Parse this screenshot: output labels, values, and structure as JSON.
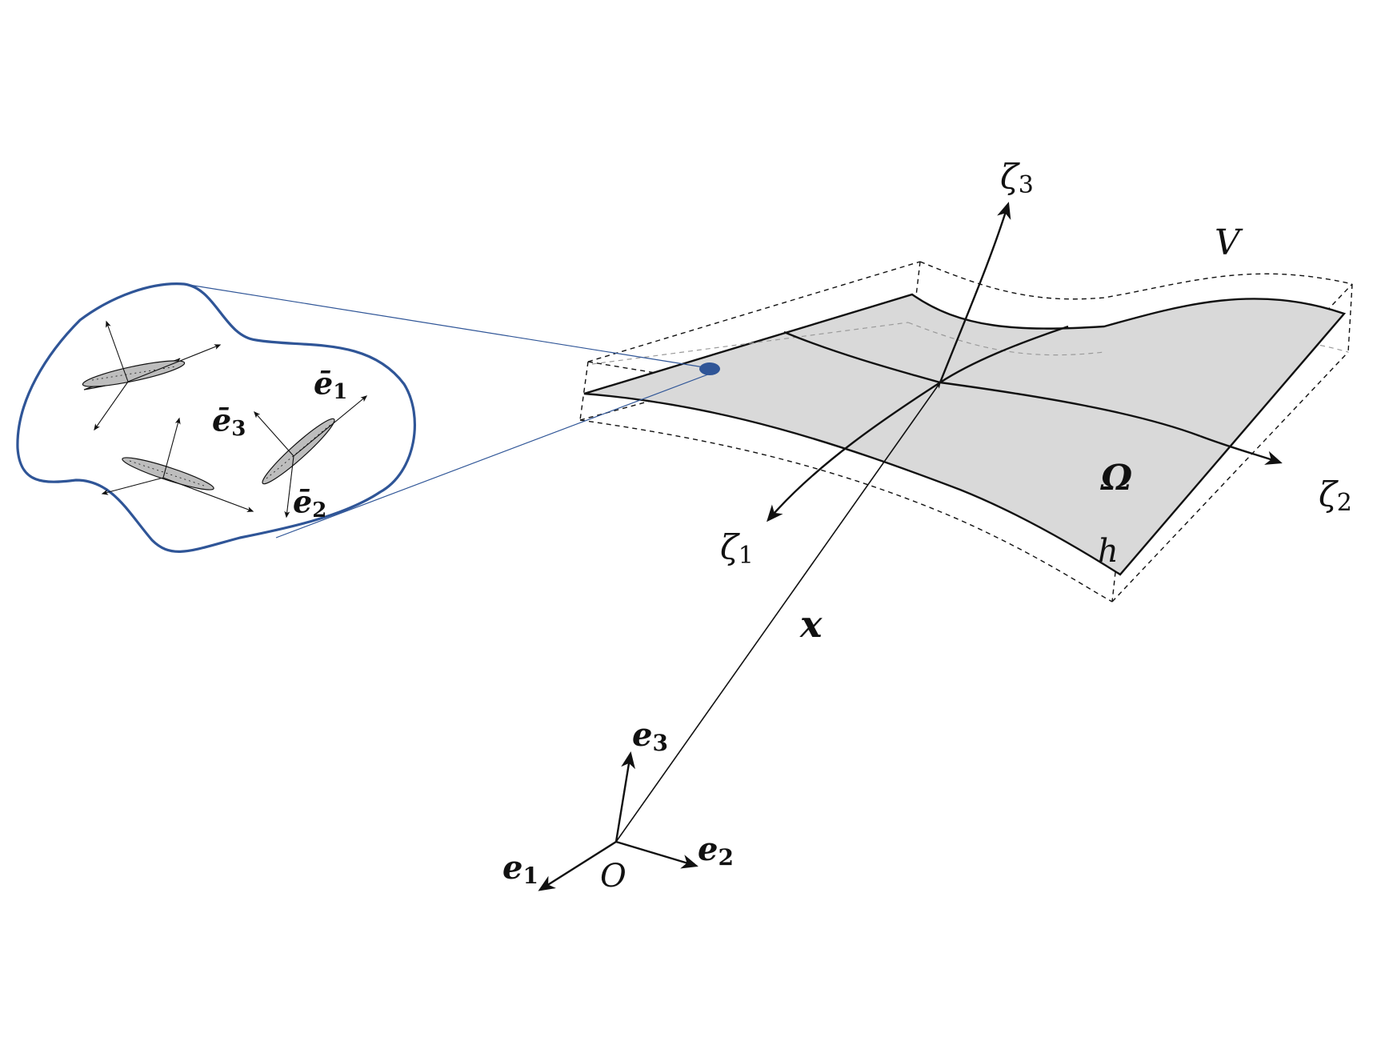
{
  "diagram": {
    "labels": {
      "zeta3_main": "ζ",
      "zeta3_sub": "3",
      "zeta2_main": "ζ",
      "zeta2_sub": "2",
      "zeta1_main": "ζ",
      "zeta1_sub": "1",
      "volume": "V",
      "midsurface": "Ω",
      "thickness": "h",
      "position": "x",
      "e3_main": "e",
      "e3_sub": "3",
      "e2_main": "e",
      "e2_sub": "2",
      "e1_main": "e",
      "e1_sub": "1",
      "origin": "O",
      "ebar1_main": "ē",
      "ebar1_sub": "1",
      "ebar2_main": "ē",
      "ebar2_sub": "2",
      "ebar3_main": "ē",
      "ebar3_sub": "3"
    },
    "colors": {
      "ink": "#111111",
      "surface_fill": "#d9d9d9",
      "inset_outline": "#2f5597",
      "fiber_fill": "#bdbdbd",
      "hidden_line": "#9a9a9a"
    }
  }
}
